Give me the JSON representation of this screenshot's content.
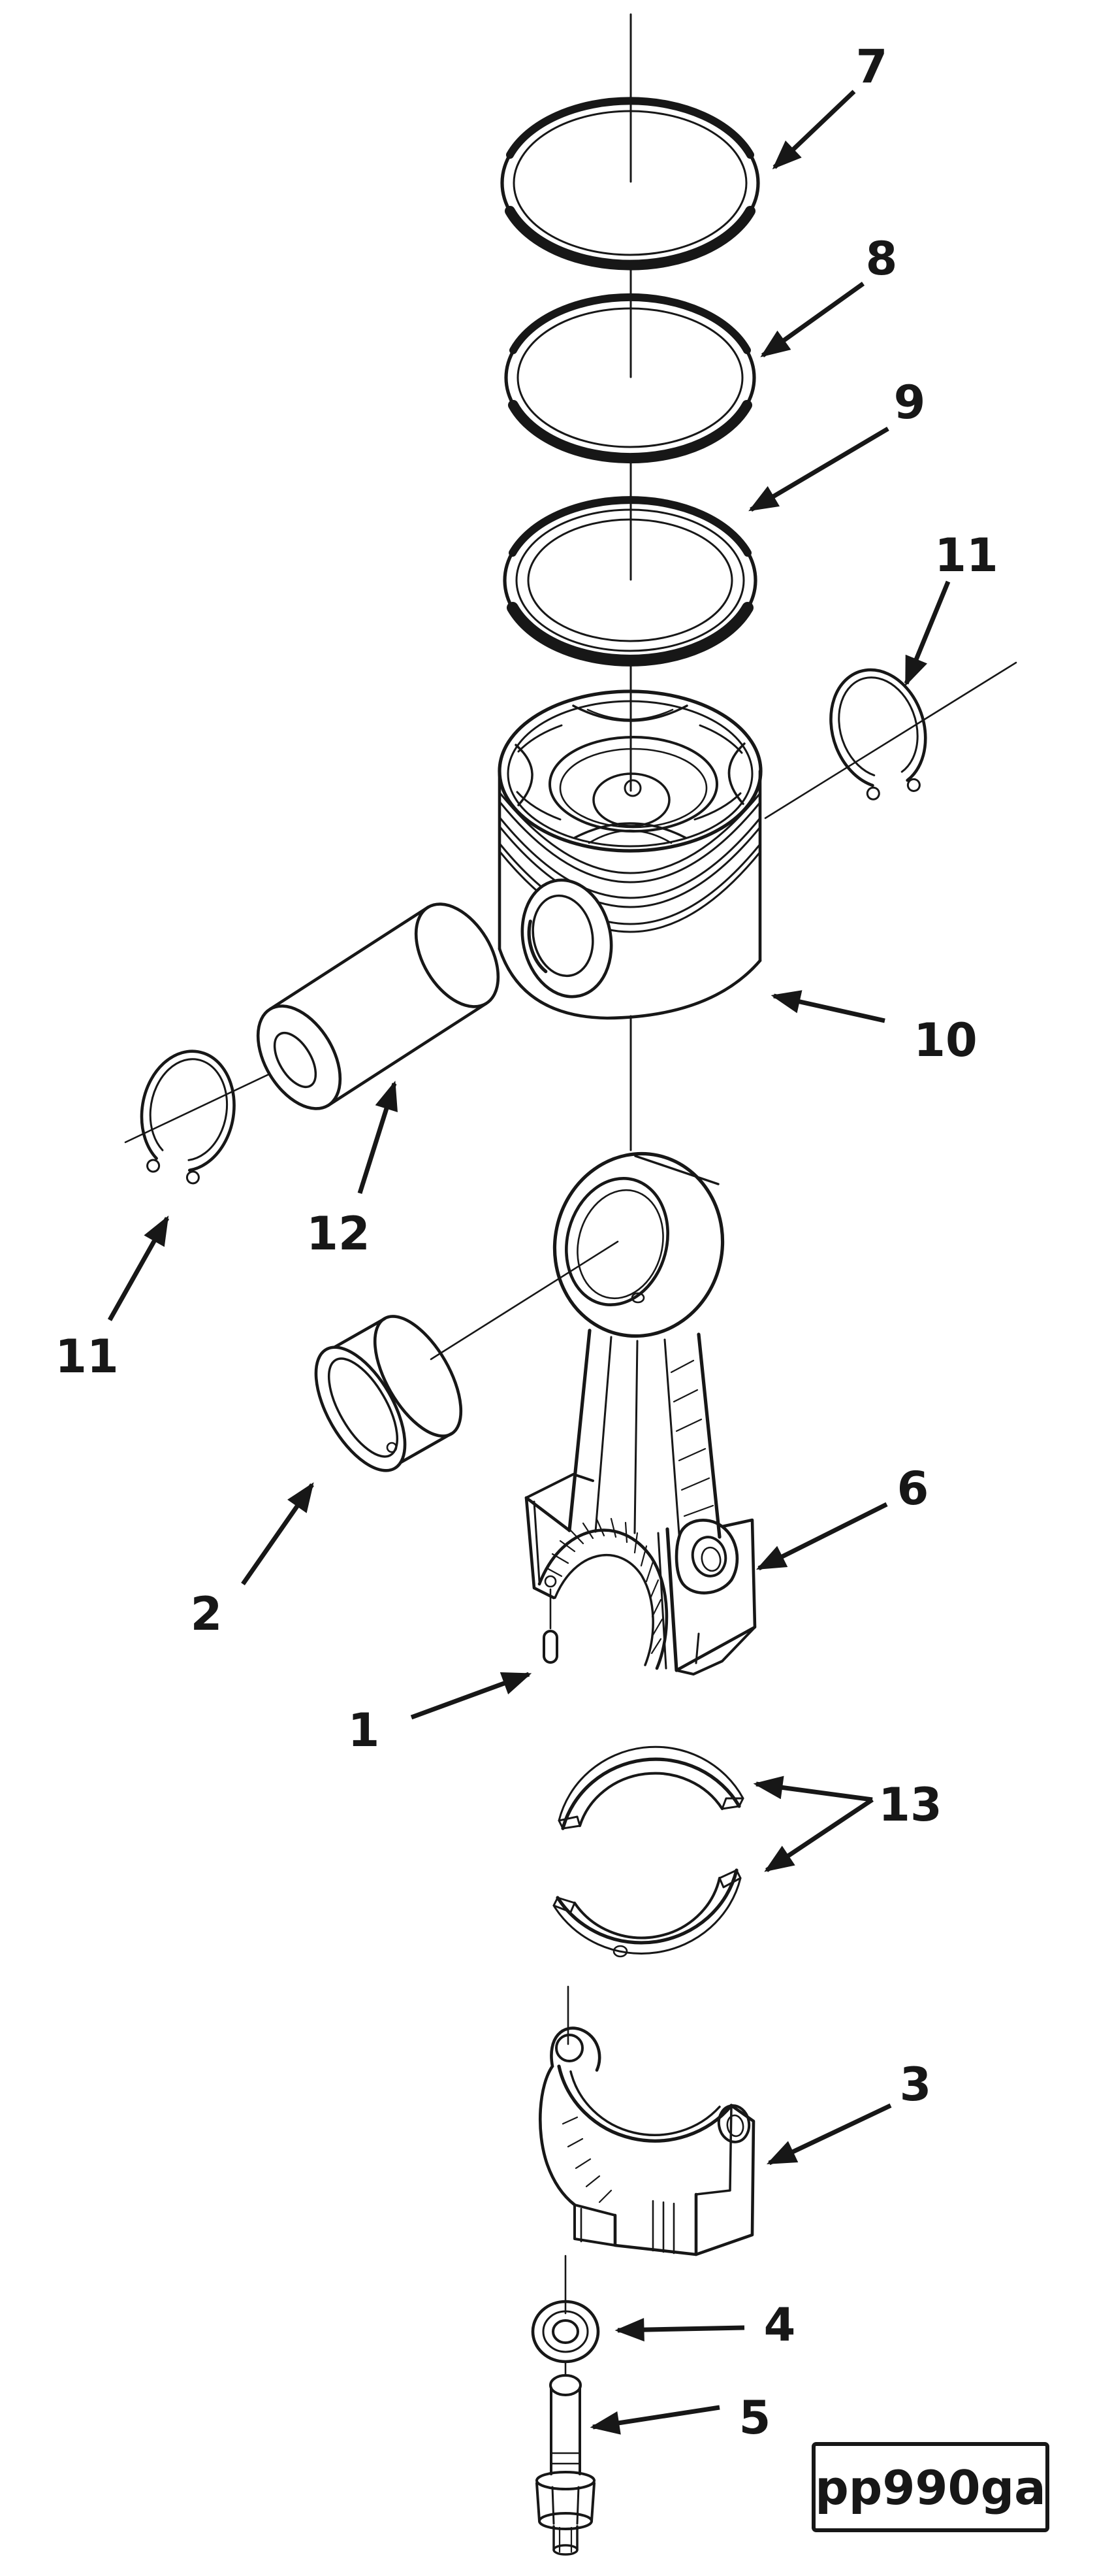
{
  "page": {
    "background": "#ffffff",
    "ink": "#171717"
  },
  "stamp": {
    "text": "pp990ga"
  },
  "callouts": {
    "dowel_pin": "1",
    "pin_bushing": "2",
    "rod_cap": "3",
    "washer": "4",
    "cap_screw": "5",
    "connecting_rod": "6",
    "top_compression_ring": "7",
    "intermediate_ring": "8",
    "oil_control_ring": "9",
    "piston": "10",
    "retaining_ring_right": "11",
    "retaining_ring_left": "11",
    "piston_pin": "12",
    "bearing_shells": "13"
  }
}
